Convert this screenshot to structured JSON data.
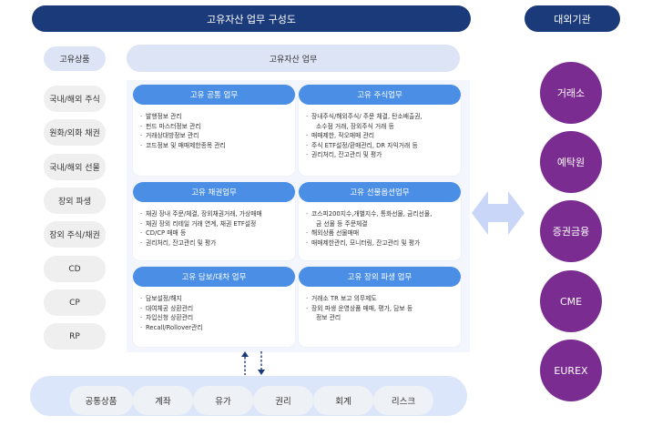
{
  "header": {
    "title": "고유자산 업무 구성도",
    "external_title": "대외기관"
  },
  "products": {
    "heading": "고유상품",
    "items": [
      "국내/해외 주식",
      "원화/외화 채권",
      "국내/해외 선물",
      "장외 파생",
      "장외 주식/채권",
      "CD",
      "CP",
      "RP"
    ]
  },
  "business": {
    "heading": "고유자산 업무",
    "cards": [
      {
        "title": "고유 공통 업무",
        "items": [
          "발행정보 관리",
          "펀드 마스터정보 관리",
          "거래상대방정보 관리",
          "코드정보 및 매매제한종목 관리"
        ]
      },
      {
        "title": "고유 주식업무",
        "items": [
          "장내주식/해외주식/ 주문 체결, 탄소배출권,",
          "소수점 거래, 장외주식 거래 등",
          "매매제한, 작오매매 관리",
          "주식 ETF설정/환매관리, DR 자익거래 등",
          "권리처리, 잔고관리 및 평가"
        ]
      },
      {
        "title": "고유 채권업무",
        "items": [
          "채권 장내 주문/체결, 장외채권거래, 가상매매",
          "채권 장외 리테일 거래 연계, 채권 ETF설정",
          "CD/CP 매매 등",
          "권리처리, 잔고관리 및 평가"
        ]
      },
      {
        "title": "고유 선물옵션업무",
        "items": [
          "코스피200지수,개별지수, 통화선물, 금리선물,",
          "금 선물 등 주문체결",
          "해외상품 선물매매",
          "매매제한관리, 모니터링, 잔고관리 및 평가"
        ]
      },
      {
        "title": "고유 담보/대차 업무",
        "items": [
          "담보설정/해지",
          "대여체공 상환관리",
          "차입신청 상환관리",
          "Recall/Rollover관리"
        ]
      },
      {
        "title": "고유 장외 파생 업무",
        "items": [
          "거래소 TR 보고 의무제도",
          "장외 파생 운영상품 매매, 평가, 담보 등",
          "정보 관리"
        ]
      }
    ]
  },
  "common": {
    "items": [
      "공통상품",
      "계좌",
      "유가",
      "권리",
      "회계",
      "리스크"
    ]
  },
  "external": {
    "items": [
      "거래소",
      "예탁원",
      "증권금융",
      "CME",
      "EUREX"
    ]
  },
  "colors": {
    "navy": "#1b3a7a",
    "card_blue": "#4a8ee6",
    "purple": "#7a2c90",
    "lavender": "#dde4f6",
    "exchange_arrow": "#c9d6f7"
  }
}
